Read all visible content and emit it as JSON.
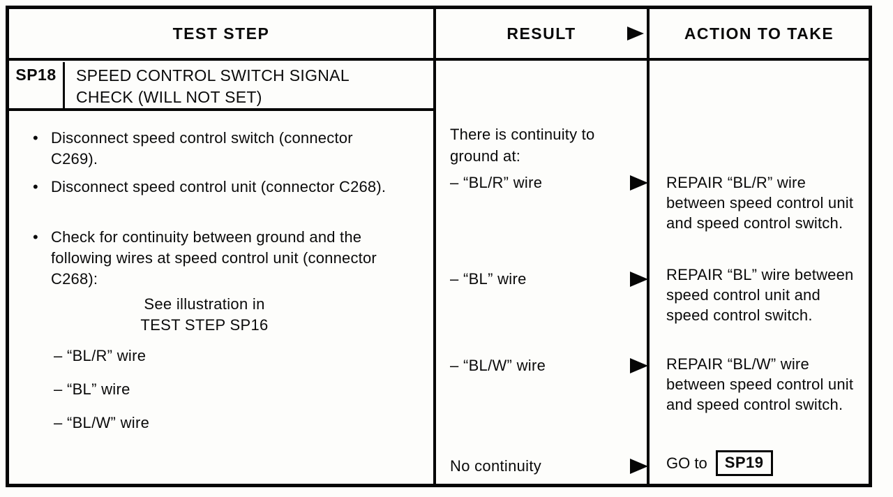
{
  "page": {
    "ink_color": "#0a0a0a",
    "paper_color": "#fdfdfb"
  },
  "icons": {
    "bullet_glyph": "•"
  },
  "header": {
    "test_step": "TEST STEP",
    "result": "RESULT",
    "action": "ACTION TO TAKE"
  },
  "step": {
    "code": "SP18",
    "title": "SPEED CONTROL SWITCH SIGNAL CHECK (WILL NOT SET)",
    "bullets": [
      "Disconnect speed control switch (connector C269).",
      "Disconnect speed control unit (connector C268).",
      "Check for continuity between ground and the following wires at speed control unit (connector C268):"
    ],
    "note_line1": "See illustration in",
    "note_line2": "TEST STEP SP16",
    "wires": [
      "– “BL/R” wire",
      "– “BL” wire",
      "– “BL/W” wire"
    ]
  },
  "results": {
    "intro": "There is continuity to ground at:",
    "items": [
      "– “BL/R” wire",
      "– “BL” wire",
      "– “BL/W” wire"
    ],
    "no_continuity": "No continuity"
  },
  "actions": {
    "repairs": [
      "REPAIR “BL/R” wire between speed control unit and speed control switch.",
      "REPAIR “BL” wire between speed control unit and speed control switch.",
      "REPAIR “BL/W” wire between speed control unit and speed control switch."
    ],
    "go_to_prefix": "GO to",
    "go_to_target": "SP19"
  }
}
